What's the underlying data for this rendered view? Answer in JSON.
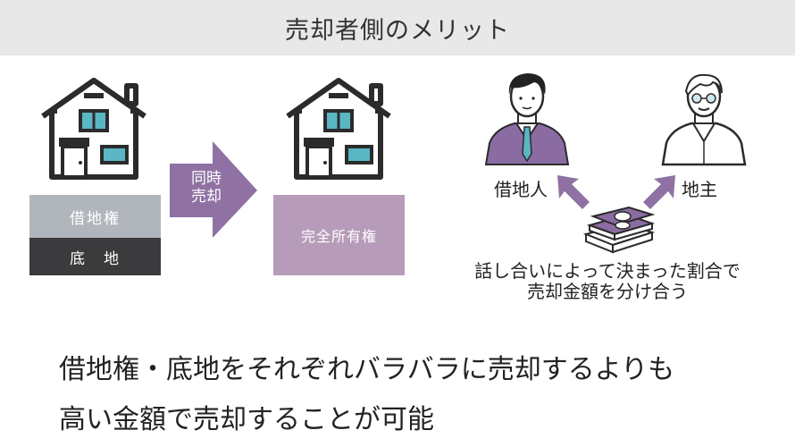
{
  "header": {
    "title": "売却者側のメリット"
  },
  "left_stack": {
    "top_label": "借地権",
    "bottom_label": "底　地"
  },
  "arrow": {
    "line1": "同時",
    "line2": "売却"
  },
  "result_box": {
    "label": "完全所有権"
  },
  "people": {
    "tenant": "借地人",
    "landowner": "地主"
  },
  "note": {
    "line1": "話し合いによって決まった割合で",
    "line2": "売却金額を分け合う"
  },
  "summary": {
    "line1": "借地権・底地をそれぞれバラバラに売却するよりも",
    "line2": "高い金額で売却することが可能"
  },
  "colors": {
    "header_bg": "#e8e8e8",
    "leasehold_bg": "#b1b6bc",
    "land_bg": "#3b3b3d",
    "accent_purple": "#8f72a3",
    "freehold_bg": "#b79cb9",
    "window_teal": "#5bb6c4"
  },
  "icons": [
    "house-icon",
    "businessman-icon",
    "elderly-man-icon",
    "money-stack-icon",
    "arrow-up-left-icon",
    "arrow-up-right-icon"
  ]
}
